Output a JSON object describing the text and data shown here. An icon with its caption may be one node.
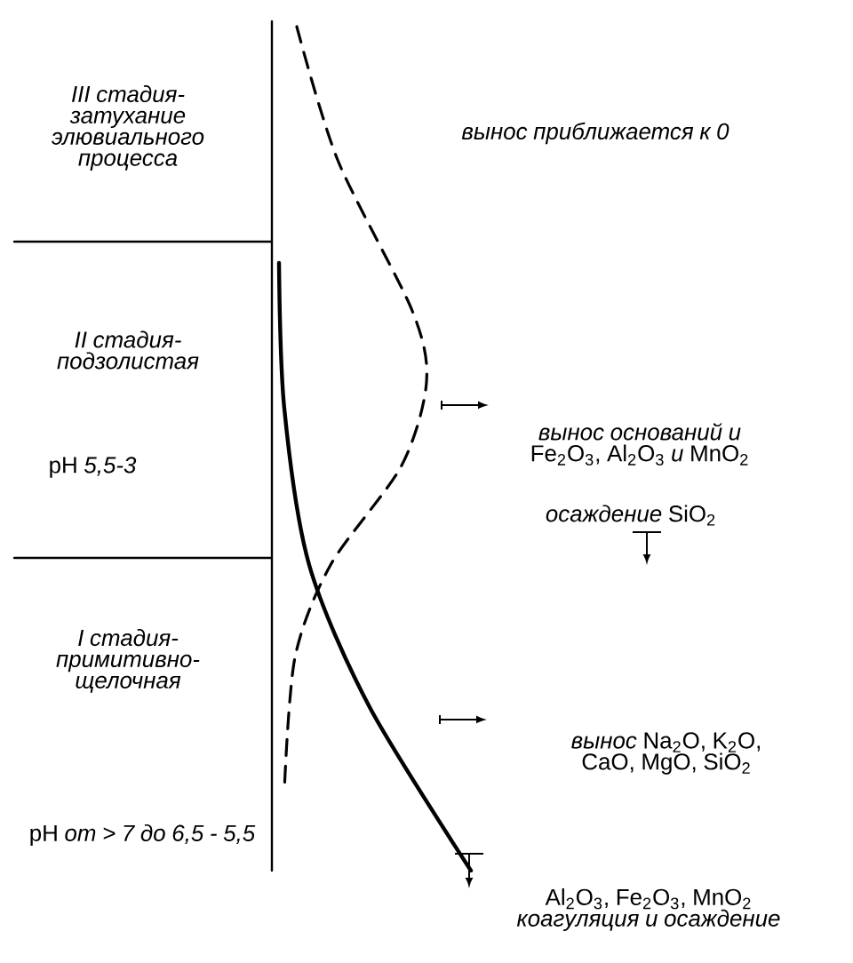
{
  "diagram": {
    "labels": [
      "III стадия- затухание элювиального процесса",
      "вынос приближается к 0",
      "II стадия- подзолистая",
      "pH *5,5-3*",
      "*вынос оснований и* Fe$_{2}$O$_{3}$, Al$_{2}$O$_{3}$ *и* MnO$_{2}$",
      "*осаждение* SiO$_{2}$",
      "I стадия- примитивно-щелочная",
      "pH *от > 7 до 6,5 - 5,5*",
      "*вынос* Na$_{2}$O, K$_{2}$O, CaO, MgO, SiO$_{2}$",
      "Al$_{2}$O$_{3}$, Fe$_{2}$O$_{3}$, MnO$_{2}$ *коагуляция и осаждение*"
    ]
  }
}
